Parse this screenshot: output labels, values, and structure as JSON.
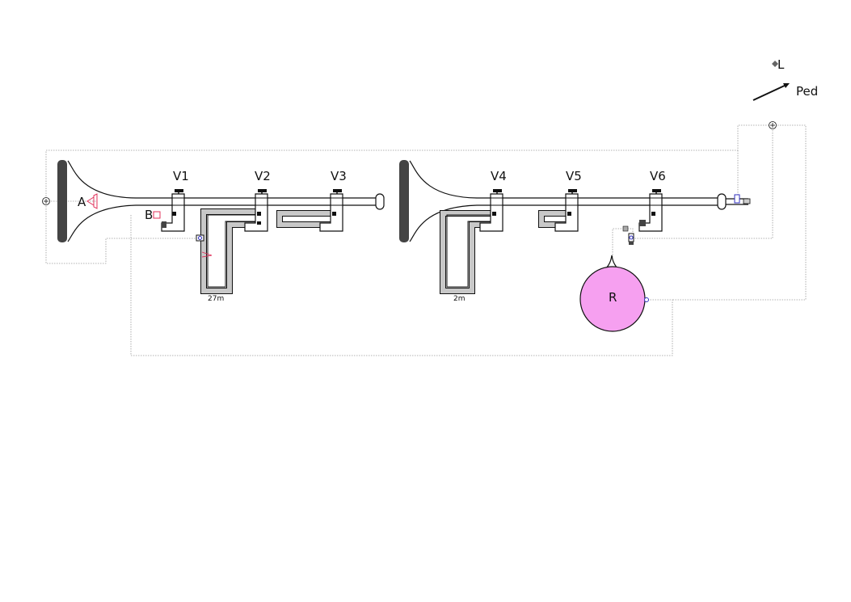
{
  "diagram": {
    "valves": [
      {
        "id": "v1",
        "label": "V1"
      },
      {
        "id": "v2",
        "label": "V2"
      },
      {
        "id": "v3",
        "label": "V3"
      },
      {
        "id": "v4",
        "label": "V4"
      },
      {
        "id": "v5",
        "label": "V5"
      },
      {
        "id": "v6",
        "label": "V6"
      }
    ],
    "markers": {
      "a": "A",
      "b": "B",
      "l": "L",
      "ped": "Ped",
      "r": "R"
    },
    "lengths": {
      "slide_long": "27m",
      "slide_short": "2m"
    },
    "colors": {
      "reservoir_fill": "#f6a0f0",
      "sensor_red": "#e0305a",
      "sensor_blue": "#3030c0",
      "bell_dark": "#444444",
      "slide_fill": "#c8c8c8"
    }
  }
}
